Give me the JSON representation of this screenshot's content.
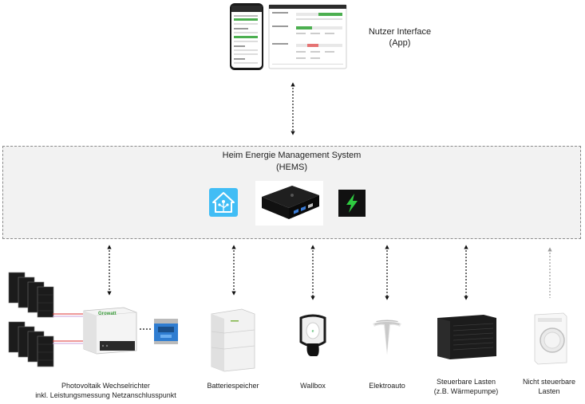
{
  "ui": {
    "label_line1": "Nutzer Interface",
    "label_line2": "(App)"
  },
  "hems": {
    "title_line1": "Heim Energie Management System",
    "title_line2": "(HEMS)"
  },
  "devices": [
    {
      "line1": "Photovoltaik Wechselrichter",
      "line2": "inkl. Leistungsmessung Netzanschlusspunkt"
    },
    {
      "line1": "Batteriespeicher",
      "line2": ""
    },
    {
      "line1": "Wallbox",
      "line2": ""
    },
    {
      "line1": "Elektroauto",
      "line2": ""
    },
    {
      "line1": "Steuerbare Lasten",
      "line2": "(z.B. Wärmepumpe)"
    },
    {
      "line1": "Nicht steuerbare",
      "line2": "Lasten"
    }
  ],
  "inverter_brand": "Growatt",
  "colors": {
    "dashed_border": "#8a8a8a",
    "hems_bg": "#f2f2f2",
    "ha_blue": "#41bdf5",
    "green": "#4caf50"
  }
}
